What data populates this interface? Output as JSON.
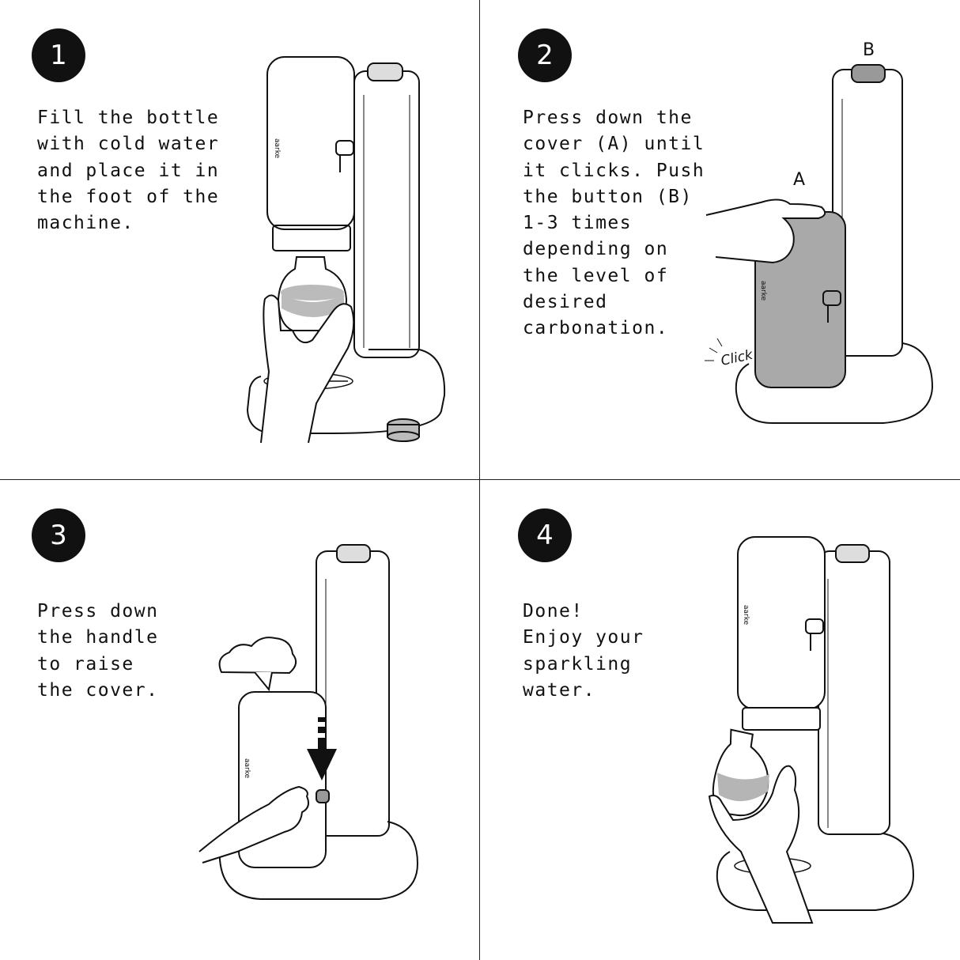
{
  "steps": [
    {
      "number": "1",
      "text": "Fill the bottle\nwith cold water\nand place it in\nthe foot of the\nmachine."
    },
    {
      "number": "2",
      "text": "Press down the\ncover (A) until\nit clicks. Push\nthe button (B)\n1-3 times\ndepending on\nthe level of\ndesired\ncarbonation."
    },
    {
      "number": "3",
      "text": "Press down\nthe handle\nto raise\nthe cover."
    },
    {
      "number": "4",
      "text": "Done!\nEnjoy your\nsparkling\nwater."
    }
  ],
  "labels": {
    "cover": "A",
    "button": "B",
    "click": "Click"
  },
  "brand": "aarke",
  "colors": {
    "line": "#111111",
    "cover_fill": "#a9a9a9",
    "water": "#b5b5b5",
    "bottle_cap": "#999999"
  }
}
